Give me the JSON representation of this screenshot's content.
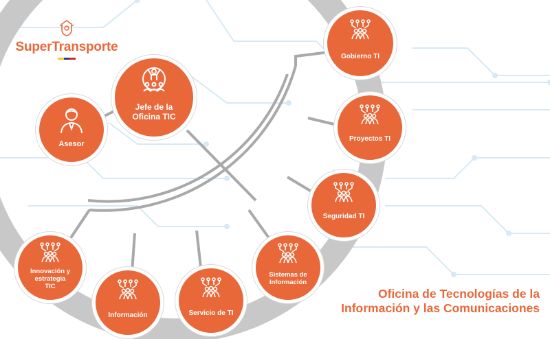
{
  "logo": {
    "text": "SuperTransporte",
    "flag_colors": [
      "#F7CC1E",
      "#1F3F93",
      "#D6262D"
    ]
  },
  "title": {
    "line1": "Oficina de Tecnologías de la",
    "line2": "Información y las Comunicaciones"
  },
  "colors": {
    "accent": "#E8683A",
    "ring": "#C8C8C8",
    "connector": "#A9A9A9",
    "circuit": "#D6E9F4"
  },
  "nodes": {
    "jefe": {
      "label_line1": "Jefe de la",
      "label_line2": "Oficina TIC",
      "icon": "team-leader-icon"
    },
    "asesor": {
      "label": "Asesor",
      "icon": "person-icon"
    },
    "gobierno": {
      "label": "Gobierno TI",
      "icon": "team-network-icon"
    },
    "proyectos": {
      "label": "Proyectos TI",
      "icon": "team-network-icon"
    },
    "seguridad": {
      "label": "Seguridad TI",
      "icon": "team-network-icon"
    },
    "sistemas": {
      "label_line1": "Sistemas de",
      "label_line2": "Información",
      "icon": "team-network-icon"
    },
    "servicio": {
      "label": "Servicio de TI",
      "icon": "team-network-icon"
    },
    "informacion": {
      "label": "Información",
      "icon": "team-network-icon"
    },
    "innovacion": {
      "label_line1": "Innovación y",
      "label_line2": "estrategia",
      "label_line3": "TIC",
      "icon": "team-network-icon"
    }
  }
}
